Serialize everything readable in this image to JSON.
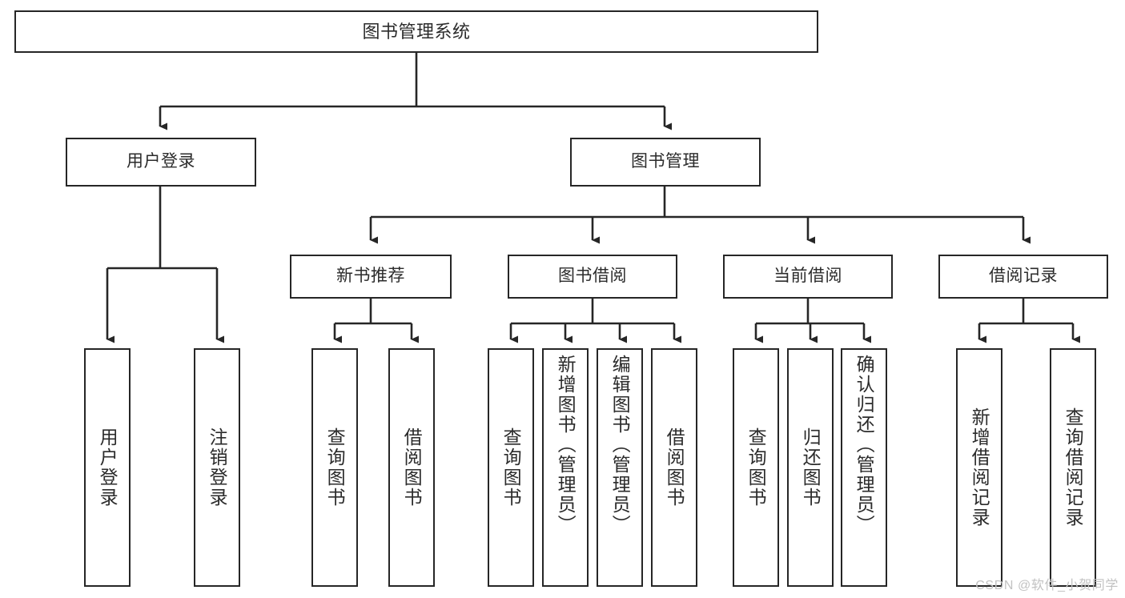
{
  "diagram": {
    "type": "tree-hierarchy-chart",
    "title": "图书管理系统",
    "line_color": "#262626",
    "box_fill": "#ffffff",
    "text_color": "#2b2b2b",
    "levels": {
      "root": [
        "图书管理系统"
      ],
      "level2": [
        "用户登录",
        "图书管理"
      ],
      "level3": [
        "新书推荐",
        "图书借阅",
        "当前借阅",
        "借阅记录"
      ],
      "leaves": [
        "用户登录",
        "注销登录",
        "查询图书",
        "借阅图书",
        "查询图书",
        "新增图书（管理员）",
        "编辑图书（管理员）",
        "借阅图书",
        "查询图书",
        "归还图书",
        "确认归还（管理员）",
        "新增借阅记录",
        "查询借阅记录"
      ]
    },
    "nodes": {
      "root": "图书管理系统",
      "user_login": "用户登录",
      "book_manage": "图书管理",
      "new_book_rec": "新书推荐",
      "book_borrow": "图书借阅",
      "current_borrow": "当前借阅",
      "borrow_record": "借阅记录",
      "leaf_user_login": "用户登录",
      "leaf_logout": "注销登录",
      "leaf_query_book_1": "查询图书",
      "leaf_borrow_book_1": "借阅图书",
      "leaf_query_book_2": "查询图书",
      "leaf_add_book_admin": "新增图书（管理员）",
      "leaf_edit_book_admin": "编辑图书（管理员）",
      "leaf_borrow_book_2": "借阅图书",
      "leaf_query_book_3": "查询图书",
      "leaf_return_book": "归还图书",
      "leaf_confirm_return_admin": "确认归还（管理员）",
      "leaf_add_borrow_record": "新增借阅记录",
      "leaf_query_borrow_record": "查询借阅记录"
    }
  },
  "watermark": {
    "text": "CSDN @软件_小贺同学"
  }
}
